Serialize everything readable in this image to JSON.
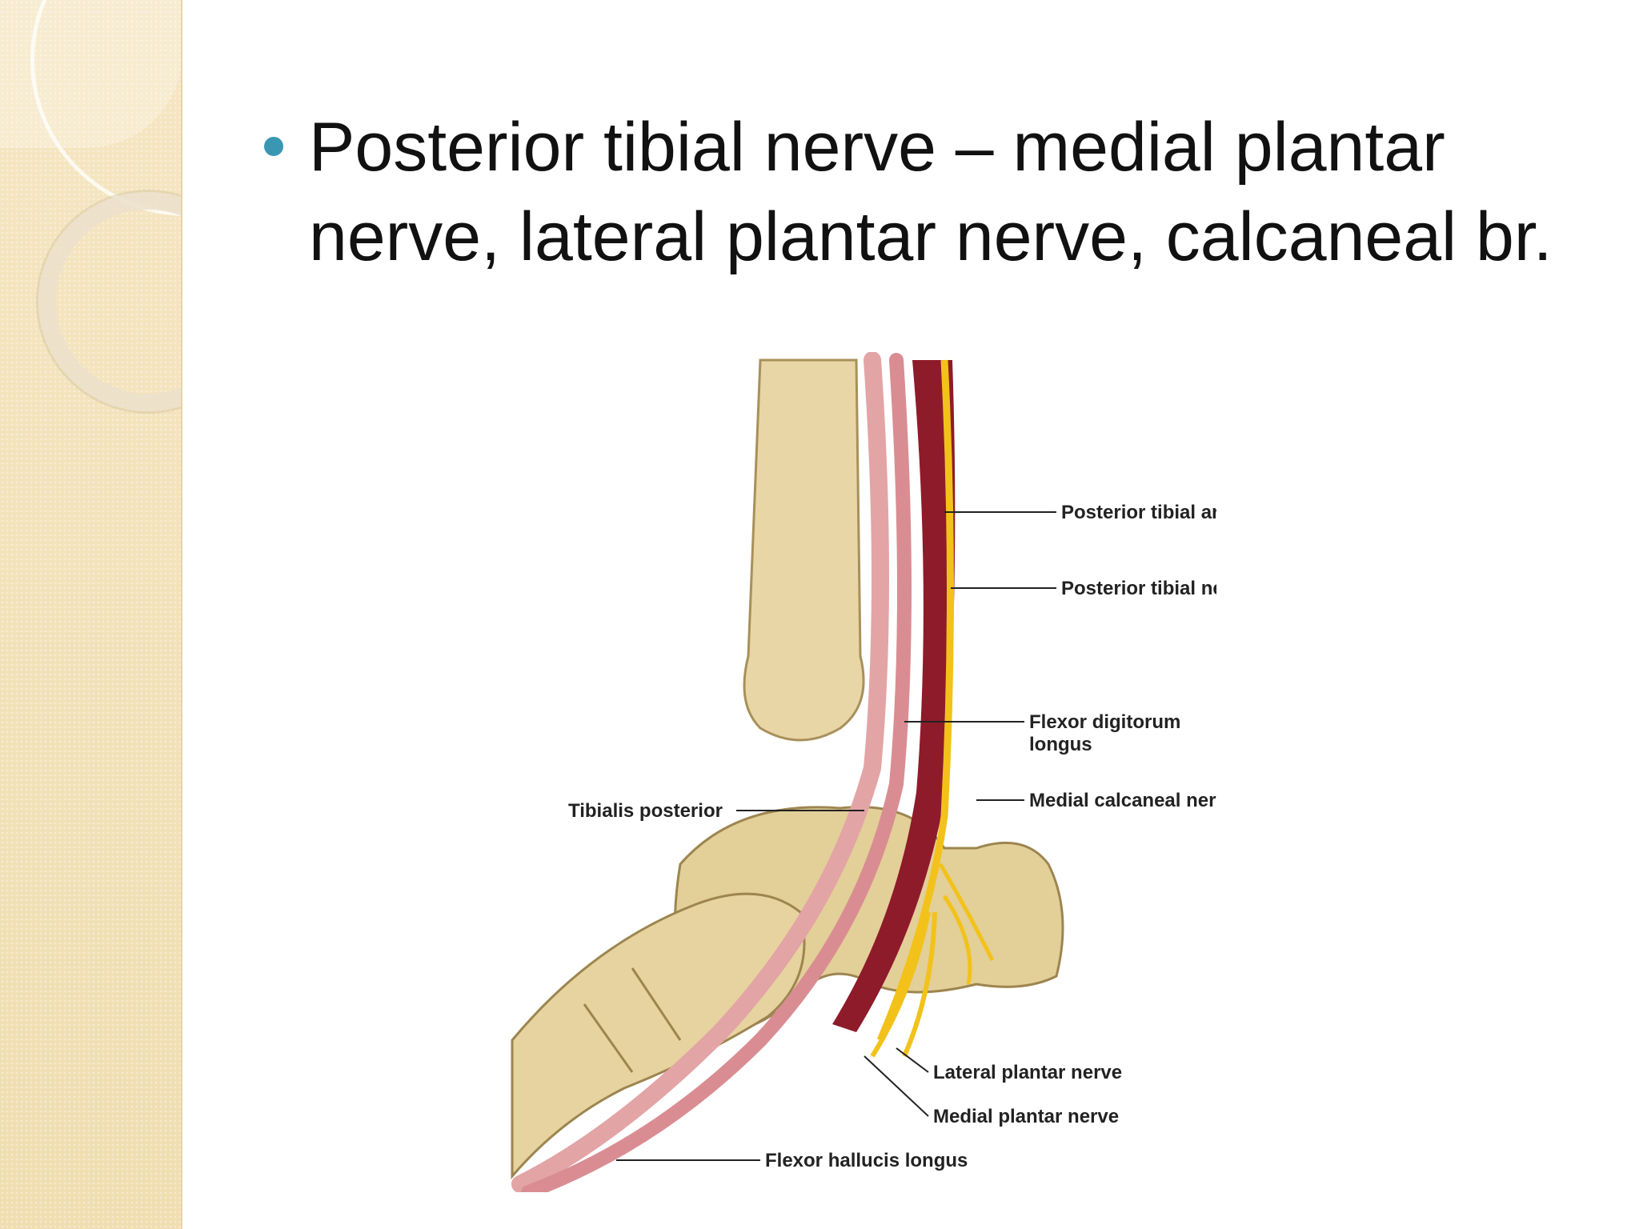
{
  "slide": {
    "bullet_text": "Posterior tibial nerve – medial plantar nerve, lateral plantar nerve, calcaneal br."
  },
  "figure": {
    "labels": {
      "posterior_tibial_artery": "Posterior tibial artery",
      "posterior_tibial_nerve": "Posterior tibial nerve",
      "flexor_digitorum_line1": "Flexor digitorum",
      "flexor_digitorum_line2": "longus",
      "medial_calcaneal_nerve": "Medial calcaneal nerve",
      "tibialis_posterior": "Tibialis posterior",
      "lateral_plantar_nerve": "Lateral plantar nerve",
      "medial_plantar_nerve": "Medial plantar nerve",
      "flexor_hallucis_longus": "Flexor hallucis longus"
    }
  },
  "colors": {
    "bullet": "#3a97b3",
    "bone": "#e8d6a6",
    "artery": "#8e1b2a",
    "nerve": "#f2c21a",
    "tendon": "#e3a4a6"
  }
}
